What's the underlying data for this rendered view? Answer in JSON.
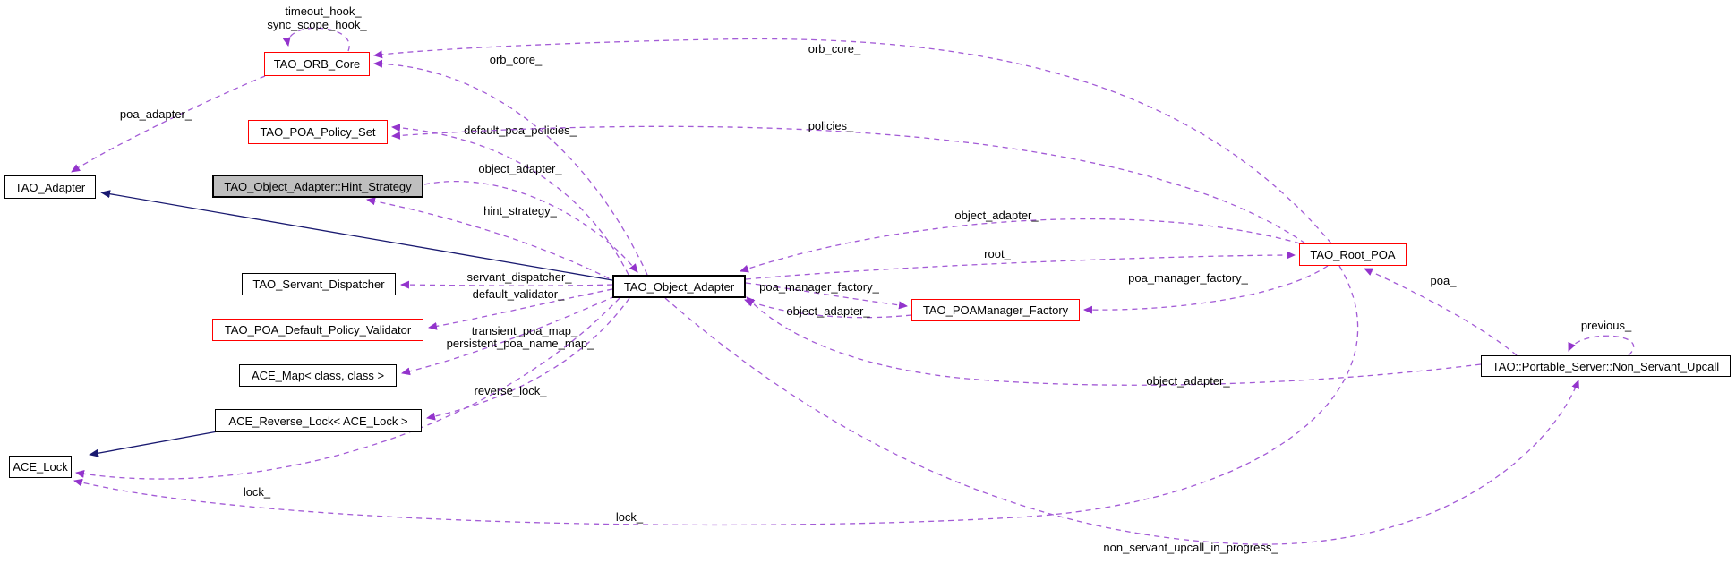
{
  "diagram": {
    "type": "doxygen-collaboration-graph",
    "colors": {
      "background": "#ffffff",
      "member_edge": "#9a32cd",
      "inheritance_edge": "#191970",
      "node_border": "#000000",
      "node_border_highlight": "#ff0000",
      "node_fill": "#ffffff",
      "node_fill_internal": "#bfbfbf",
      "text": "#000000"
    },
    "nodes": [
      {
        "id": "orb-core",
        "label": "TAO_ORB_Core"
      },
      {
        "id": "poa-policy-set",
        "label": "TAO_POA_Policy_Set"
      },
      {
        "id": "hint-strategy",
        "label": "TAO_Object_Adapter::Hint_Strategy"
      },
      {
        "id": "tao-adapter",
        "label": "TAO_Adapter"
      },
      {
        "id": "servant-dispatcher",
        "label": "TAO_Servant_Dispatcher"
      },
      {
        "id": "policy-validator",
        "label": "TAO_POA_Default_Policy_Validator"
      },
      {
        "id": "ace-map",
        "label": "ACE_Map< class, class >"
      },
      {
        "id": "ace-reverse-lock",
        "label": "ACE_Reverse_Lock< ACE_Lock >"
      },
      {
        "id": "ace-lock",
        "label": "ACE_Lock"
      },
      {
        "id": "object-adapter",
        "label": "TAO_Object_Adapter"
      },
      {
        "id": "poamanager-factory",
        "label": "TAO_POAManager_Factory"
      },
      {
        "id": "root-poa",
        "label": "TAO_Root_POA"
      },
      {
        "id": "non-servant-upcall",
        "label": "TAO::Portable_Server::Non_Servant_Upcall"
      }
    ],
    "edges": [
      {
        "from": "orb-core",
        "to": "orb-core",
        "label": "timeout_hook_",
        "label2": "sync_scope_hook_",
        "style": "member"
      },
      {
        "from": "object-adapter",
        "to": "orb-core",
        "label": "orb_core_",
        "style": "member"
      },
      {
        "from": "root-poa",
        "to": "orb-core",
        "label": "orb_core_",
        "style": "member"
      },
      {
        "from": "object-adapter",
        "to": "poa-policy-set",
        "label": "default_poa_policies_",
        "style": "member"
      },
      {
        "from": "root-poa",
        "to": "poa-policy-set",
        "label": "policies_",
        "style": "member"
      },
      {
        "from": "object-adapter",
        "to": "hint-strategy",
        "label": "hint_strategy_",
        "style": "member"
      },
      {
        "from": "hint-strategy",
        "to": "object-adapter",
        "label": "object_adapter_",
        "style": "member"
      },
      {
        "from": "orb-core",
        "to": "tao-adapter",
        "label": "poa_adapter_",
        "style": "member"
      },
      {
        "from": "object-adapter",
        "to": "tao-adapter",
        "label": "",
        "style": "inheritance"
      },
      {
        "from": "object-adapter",
        "to": "servant-dispatcher",
        "label": "servant_dispatcher_",
        "style": "member"
      },
      {
        "from": "object-adapter",
        "to": "policy-validator",
        "label": "default_validator_",
        "style": "member"
      },
      {
        "from": "object-adapter",
        "to": "ace-map",
        "label": "transient_poa_map_",
        "label2": "persistent_poa_name_map_",
        "style": "member"
      },
      {
        "from": "object-adapter",
        "to": "ace-reverse-lock",
        "label": "reverse_lock_",
        "style": "member"
      },
      {
        "from": "object-adapter",
        "to": "ace-lock",
        "label": "lock_",
        "style": "member"
      },
      {
        "from": "root-poa",
        "to": "ace-lock",
        "label": "lock_",
        "style": "member"
      },
      {
        "from": "object-adapter",
        "to": "non-servant-upcall",
        "label": "non_servant_upcall_in_progress_",
        "style": "member"
      },
      {
        "from": "object-adapter",
        "to": "poamanager-factory",
        "label": "poa_manager_factory_",
        "style": "member"
      },
      {
        "from": "poamanager-factory",
        "to": "object-adapter",
        "label": "object_adapter_",
        "style": "member"
      },
      {
        "from": "root-poa",
        "to": "poamanager-factory",
        "label": "poa_manager_factory_",
        "style": "member"
      },
      {
        "from": "object-adapter",
        "to": "root-poa",
        "label": "root_",
        "style": "member"
      },
      {
        "from": "root-poa",
        "to": "object-adapter",
        "label": "object_adapter_",
        "style": "member"
      },
      {
        "from": "non-servant-upcall",
        "to": "root-poa",
        "label": "poa_",
        "style": "member"
      },
      {
        "from": "non-servant-upcall",
        "to": "non-servant-upcall",
        "label": "previous_",
        "style": "member"
      },
      {
        "from": "non-servant-upcall",
        "to": "object-adapter",
        "label": "object_adapter_",
        "style": "member"
      },
      {
        "from": "ace-reverse-lock",
        "to": "ace-lock",
        "label": "",
        "style": "inheritance"
      }
    ]
  }
}
